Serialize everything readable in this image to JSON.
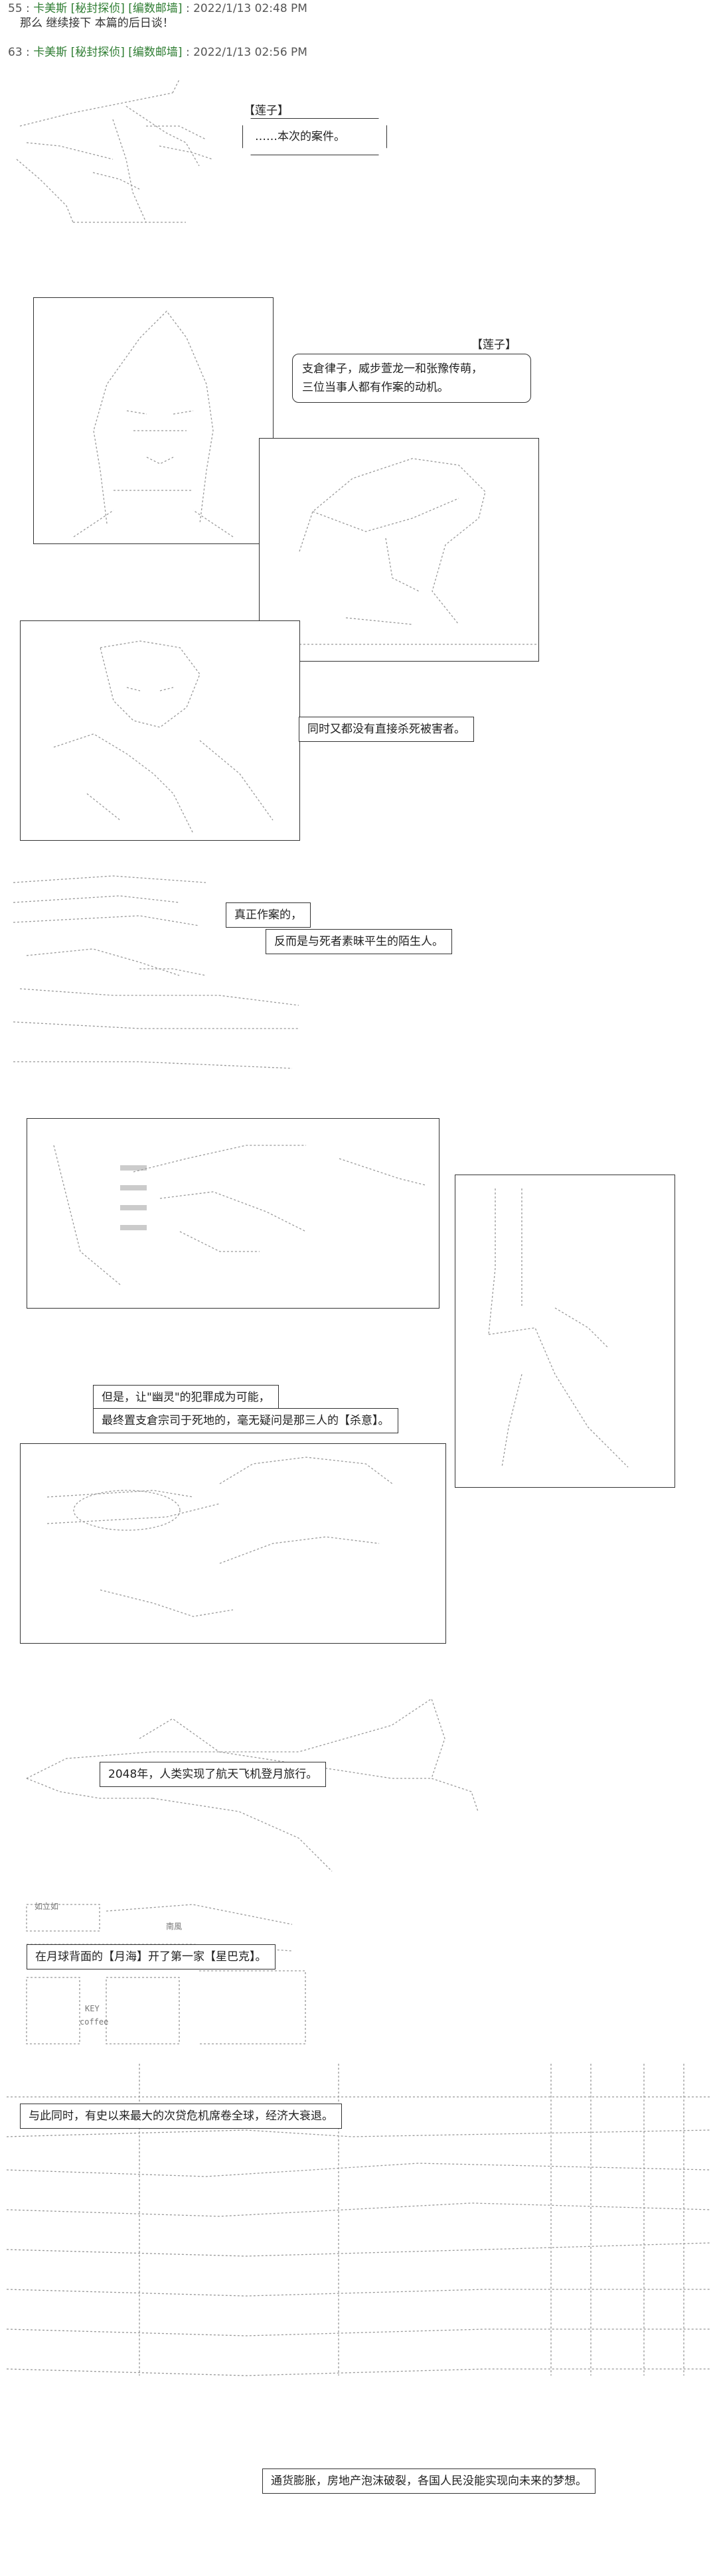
{
  "posts": [
    {
      "number": "55",
      "author": "卡美斯 [秘封探侦] [编数邮墙]",
      "timestamp": ": 2022/1/13 02:48 PM",
      "body": "那么 继续接下 本篇的后日谈！"
    },
    {
      "number": "63",
      "author": "卡美斯 [秘封探侦] [编数邮墙]",
      "timestamp": ": 2022/1/13 02:56 PM",
      "body": ""
    }
  ],
  "scene1": {
    "speaker": "【莲子】",
    "bubble": "……本次的案件。"
  },
  "scene2": {
    "speaker": "【莲子】",
    "bubble_lines": [
      "支倉律子，威步萱龙一和张豫传萌，",
      "三位当事人都有作案的动机。"
    ],
    "caption": "同时又都没有直接杀死被害者。"
  },
  "scene3": {
    "caption_lines": [
      "真正作案的，",
      "反而是与死者素昧平生的陌生人。"
    ]
  },
  "scene4": {
    "caption_lines": [
      "但是，让\"幽灵\"的犯罪成为可能，",
      "最终置支倉宗司于死地的，毫无疑问是那三人的【杀意】。"
    ]
  },
  "scene5": {
    "caption": "2048年，人类实现了航天飞机登月旅行。"
  },
  "scene6": {
    "caption": "在月球背面的【月海】开了第一家【星巴克】。",
    "signs": [
      "如立如",
      "南風",
      "KEY",
      "coffee"
    ]
  },
  "scene7": {
    "caption_top": "与此同时，有史以来最大的次贷危机席卷全球，经济大衰退。",
    "caption_bottom": "通货膨胀，房地产泡沫破裂，各国人民没能实现向未来的梦想。"
  }
}
